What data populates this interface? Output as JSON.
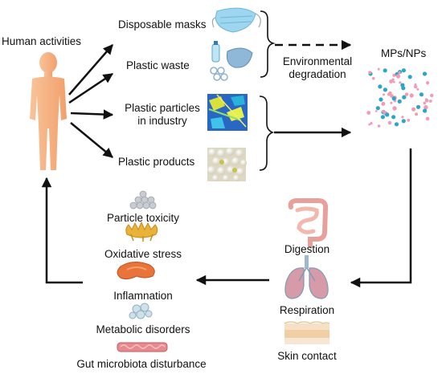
{
  "source_label": "Human activities",
  "sources": [
    {
      "label": "Disposable masks",
      "icon": "mask-icon"
    },
    {
      "label": "Plastic waste",
      "icon": "plastic-bottle-icon"
    },
    {
      "label_line1": "Plastic particles",
      "label_line2": "in industry",
      "icon": "industrial-particles-icon"
    },
    {
      "label": "Plastic products",
      "icon": "plastic-pellets-icon"
    }
  ],
  "process_label_line1": "Environmental",
  "process_label_line2": "degradation",
  "product_label": "MPs/NPs",
  "exposure_routes": [
    {
      "label": "Digestion",
      "icon": "intestine-icon"
    },
    {
      "label": "Respiration",
      "icon": "lungs-icon"
    },
    {
      "label": "Skin contact",
      "icon": "skin-icon"
    }
  ],
  "effects": [
    {
      "label": "Particle toxicity",
      "icon": "particle-pile-icon"
    },
    {
      "label": "Oxidative stress",
      "icon": "cell-stress-icon"
    },
    {
      "label": "Inflamnation",
      "icon": "pancreas-icon"
    },
    {
      "label": "Metabolic disorders",
      "icon": "cell-cluster-icon"
    },
    {
      "label": "Gut microbiota disturbance",
      "icon": "gut-tissue-icon"
    }
  ],
  "colors": {
    "body": "#f7b382",
    "mask": "#8fd0ea",
    "dot_pink": "#f29bb6",
    "dot_blue": "#2ba6c9",
    "arrow": "#111111"
  }
}
